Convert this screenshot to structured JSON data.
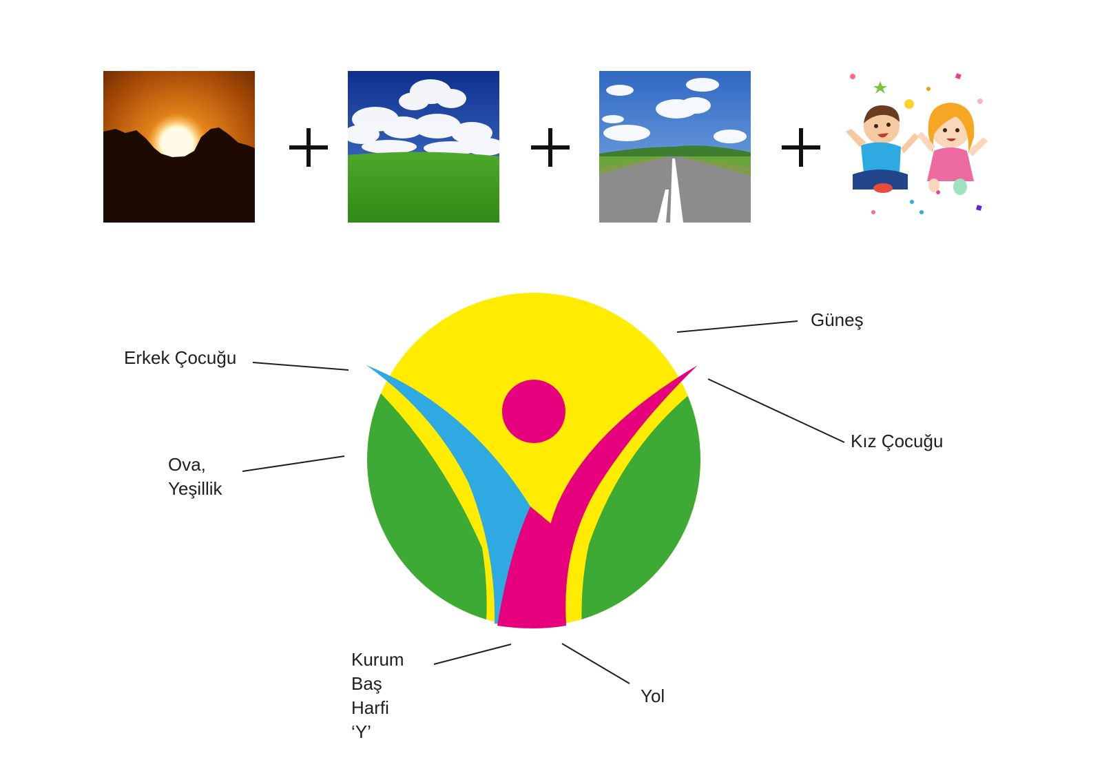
{
  "images": [
    {
      "name": "sunset-image",
      "alt": "sunset"
    },
    {
      "name": "meadow-image",
      "alt": "meadow"
    },
    {
      "name": "road-image",
      "alt": "road"
    },
    {
      "name": "children-image",
      "alt": "children"
    }
  ],
  "plus_sign": "+",
  "labels": {
    "gunes": "Güneş",
    "erkek": "Erkek Çocuğu",
    "kiz": "Kız Çocuğu",
    "ova": [
      "Ova,",
      "Yeşillik"
    ],
    "kurum": [
      "Kurum",
      "Baş",
      "Harfi",
      "‘Y’"
    ],
    "yol": "Yol"
  },
  "colors": {
    "sun_yellow": "#ffec00",
    "leaf_green": "#3daa35",
    "boy_blue": "#2ea9e1",
    "girl_magenta": "#e6007e",
    "leader_line": "#1e1e1e"
  }
}
